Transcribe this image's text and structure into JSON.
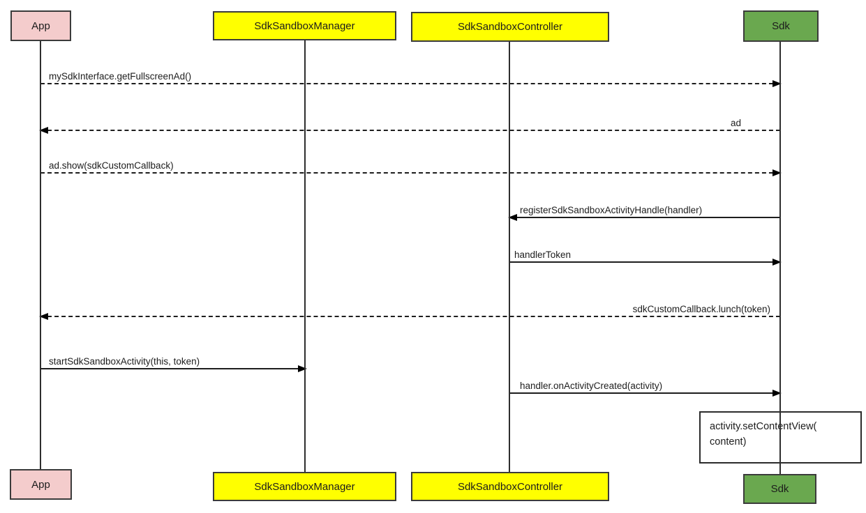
{
  "diagram": {
    "type": "sequence-diagram",
    "actors": [
      {
        "id": "app",
        "label": "App",
        "fill": "#f4cccc"
      },
      {
        "id": "sdk-sandbox-manager",
        "label": "SdkSandboxManager",
        "fill": "#ffff00"
      },
      {
        "id": "sdk-sandbox-controller",
        "label": "SdkSandboxController",
        "fill": "#ffff00"
      },
      {
        "id": "sdk",
        "label": "Sdk",
        "fill": "#6aa84f"
      }
    ],
    "messages": [
      {
        "label": "mySdkInterface.getFullscreenAd()",
        "from": "app",
        "to": "sdk",
        "line": "dashed",
        "direction": "right"
      },
      {
        "label": "ad",
        "from": "sdk",
        "to": "app",
        "line": "dashed",
        "direction": "left"
      },
      {
        "label": "ad.show(sdkCustomCallback)",
        "from": "app",
        "to": "sdk",
        "line": "dashed",
        "direction": "right"
      },
      {
        "label": "registerSdkSandboxActivityHandle(handler)",
        "from": "sdk",
        "to": "sdk-sandbox-controller",
        "line": "solid",
        "direction": "left"
      },
      {
        "label": "handlerToken",
        "from": "sdk-sandbox-controller",
        "to": "sdk",
        "line": "solid",
        "direction": "right"
      },
      {
        "label": "sdkCustomCallback.lunch(token)",
        "from": "sdk",
        "to": "app",
        "line": "dashed",
        "direction": "left"
      },
      {
        "label": "startSdkSandboxActivity(this, token)",
        "from": "app",
        "to": "sdk-sandbox-manager",
        "line": "solid",
        "direction": "right"
      },
      {
        "label": "handler.onActivityCreated(activity)",
        "from": "sdk-sandbox-controller",
        "to": "sdk",
        "line": "solid",
        "direction": "right"
      }
    ],
    "self_note": {
      "actor": "sdk",
      "label": "activity.setContentView(\ncontent)"
    },
    "colors": {
      "app_fill": "#f4cccc",
      "manager_fill": "#ffff00",
      "controller_fill": "#ffff00",
      "sdk_fill": "#6aa84f",
      "border": "#3b3b3b",
      "line": "#1d1d1d",
      "background": "#ffffff"
    }
  }
}
